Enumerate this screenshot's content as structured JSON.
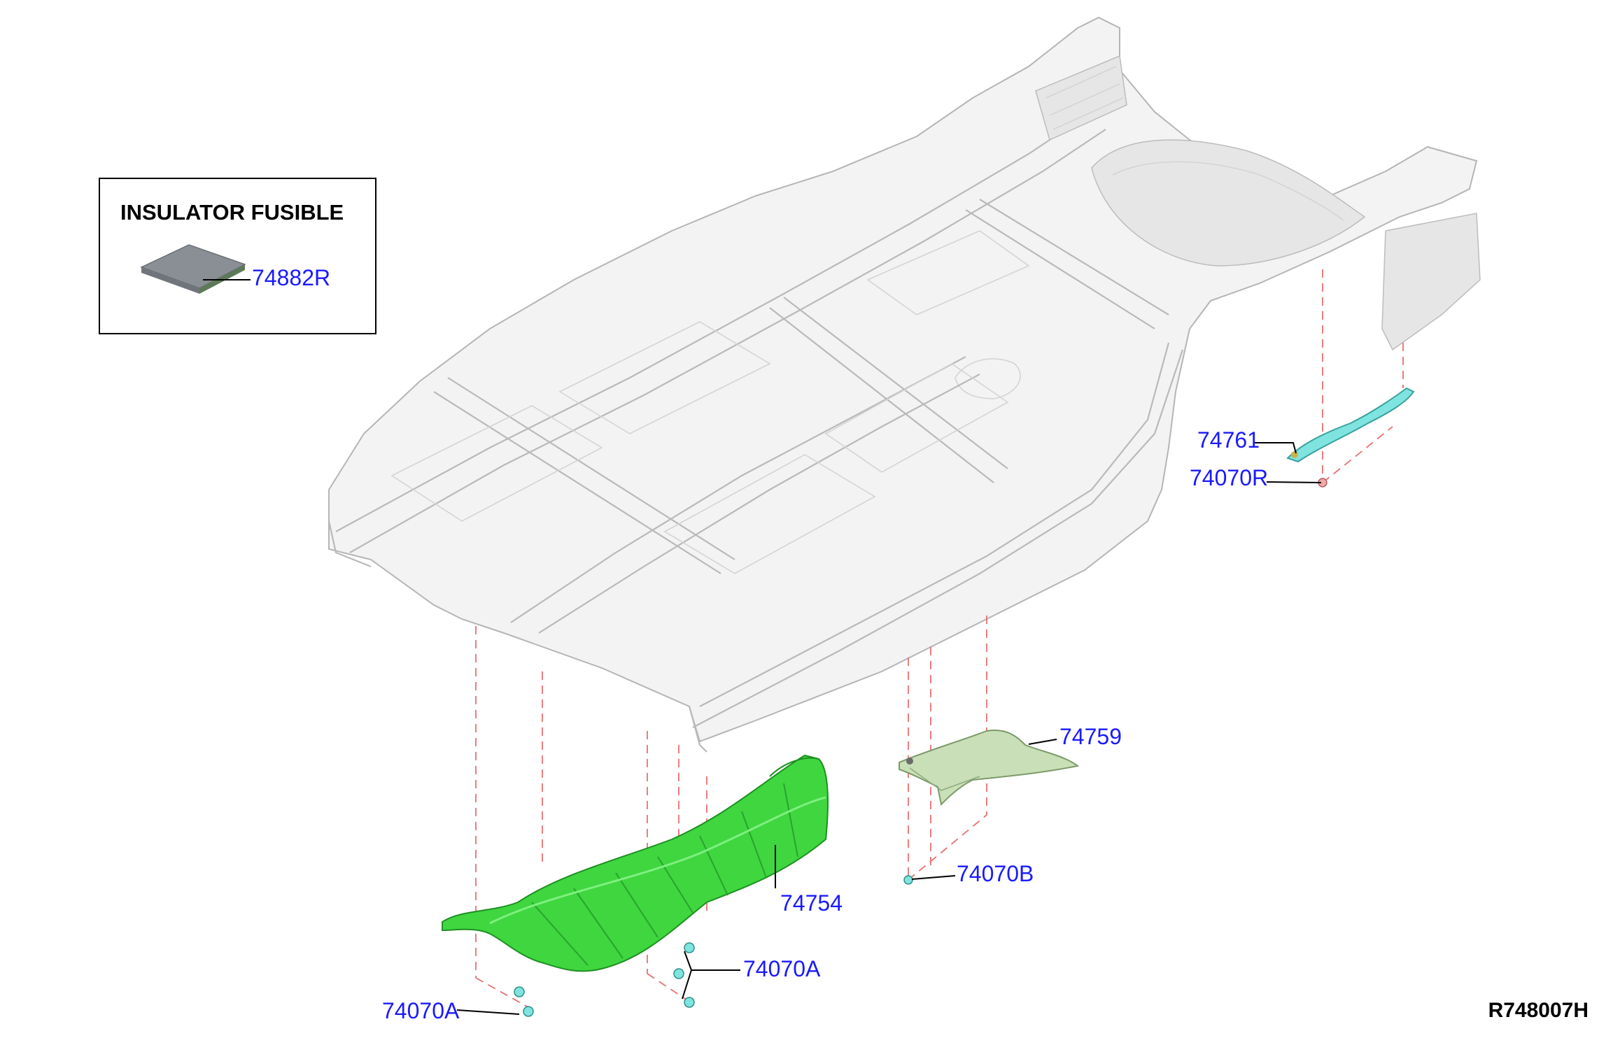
{
  "inset": {
    "title": "INSULATOR FUSIBLE",
    "part": "74882R"
  },
  "callouts": {
    "p74761": "74761",
    "p74070R": "74070R",
    "p74759": "74759",
    "p74070B": "74070B",
    "p74754": "74754",
    "p74070A_right": "74070A",
    "p74070A_left": "74070A"
  },
  "reference_code": "R748007H",
  "colors": {
    "callout_text": "#1a1aff",
    "insulator_74754": "#3fd640",
    "insulator_74759": "#c9dfb7",
    "insulator_74761": "#7fe3df",
    "fusible_pad": "#8a8f96",
    "dashed_line": "#e87070",
    "floor_outline": "#b9b9b9"
  }
}
